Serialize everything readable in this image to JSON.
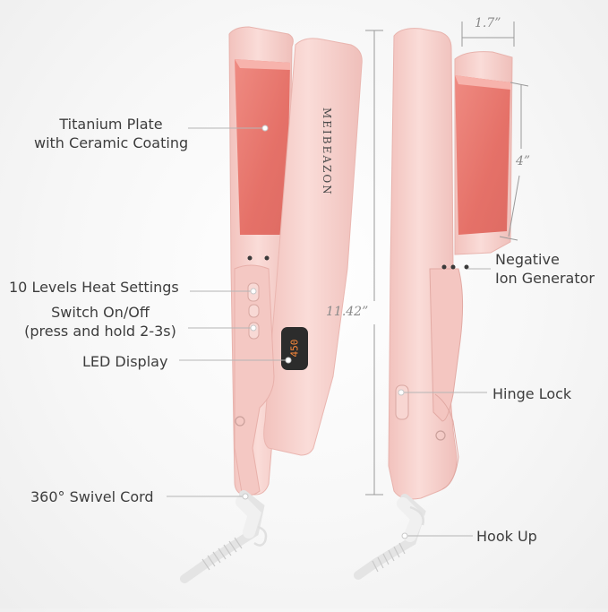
{
  "brand": "MEIBEAZON",
  "display_reading": "450",
  "dimensions": {
    "length": "11.42”",
    "plate_width": "1.7”",
    "plate_length": "4”"
  },
  "labels": {
    "titanium_plate_1": "Titanium Plate",
    "titanium_plate_2": "with Ceramic Coating",
    "heat_settings": "10 Levels Heat Settings",
    "switch_1": "Switch On/Off",
    "switch_2": "(press and hold 2-3s)",
    "led_display": "LED Display",
    "swivel_cord": "360° Swivel Cord",
    "negative_ion_1": "Negative",
    "negative_ion_2": "Ion Generator",
    "hinge_lock": "Hinge Lock",
    "hook_up": "Hook Up"
  },
  "colors": {
    "body": "#f6d3cf",
    "plate": "#e8776f",
    "cord": "#e2e2e2"
  }
}
